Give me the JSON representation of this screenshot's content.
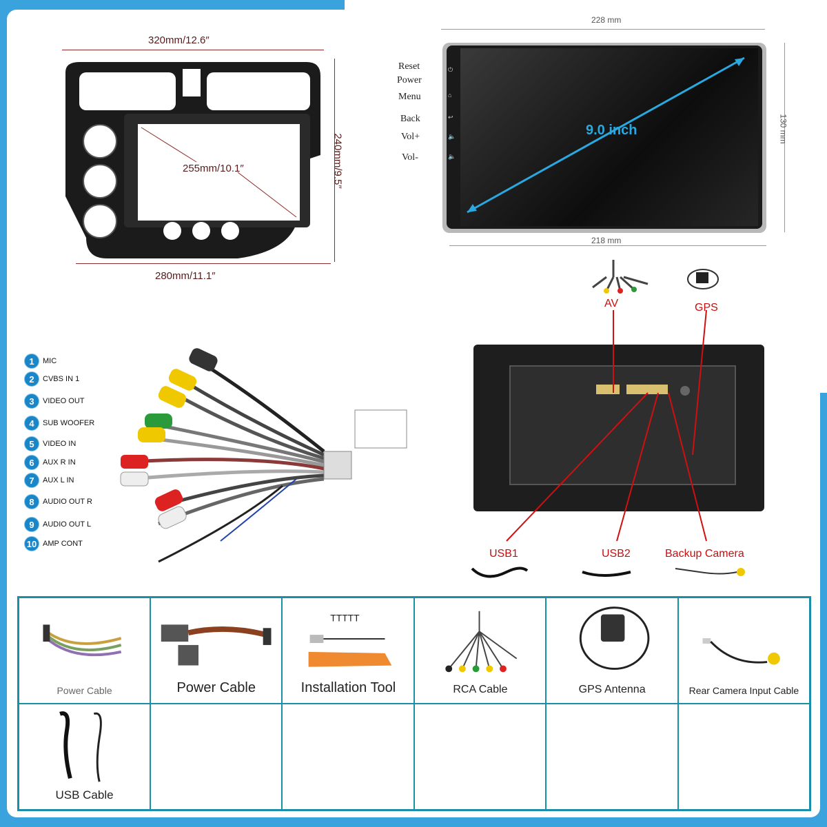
{
  "frame_dimensions": {
    "top_width": "320mm/12.6″",
    "bottom_width": "280mm/11.1″",
    "height": "240mm/9.5″",
    "screen_opening": "255mm/10.1″"
  },
  "screen": {
    "width_top": "228 mm",
    "width_bottom": "218 mm",
    "height": "130 mm",
    "diagonal": "9.0 inch",
    "buttons": [
      "Reset",
      "Power",
      "Menu",
      "Back",
      "Vol+",
      "Vol-"
    ]
  },
  "harness_legend": [
    {
      "num": "1",
      "label": "MIC"
    },
    {
      "num": "2",
      "label": "CVBS IN 1"
    },
    {
      "num": "3",
      "label": "VIDEO OUT"
    },
    {
      "num": "4",
      "label": "SUB WOOFER"
    },
    {
      "num": "5",
      "label": "VIDEO IN"
    },
    {
      "num": "6",
      "label": "AUX R IN"
    },
    {
      "num": "7",
      "label": "AUX L IN"
    },
    {
      "num": "8",
      "label": "AUDIO OUT R"
    },
    {
      "num": "9",
      "label": "AUDIO OUT L"
    },
    {
      "num": "10",
      "label": "AMP CONT"
    }
  ],
  "rear_ports": {
    "av": "AV",
    "gps": "GPS",
    "usb1": "USB1",
    "usb2": "USB2",
    "backup_camera": "Backup Camera"
  },
  "accessories": [
    {
      "label": "Power Cable"
    },
    {
      "label": "Power Cable"
    },
    {
      "label": "Installation Tool"
    },
    {
      "label": "RCA Cable"
    },
    {
      "label": "GPS Antenna"
    },
    {
      "label": "Rear Camera Input Cable"
    },
    {
      "label": "USB Cable"
    }
  ],
  "colors": {
    "border_blue": "#3aa2dd",
    "table_teal": "#1c8fa8",
    "callout_red": "#c41010",
    "diagonal_cyan": "#2aa8e0",
    "badge_blue": "#1a86c8"
  }
}
